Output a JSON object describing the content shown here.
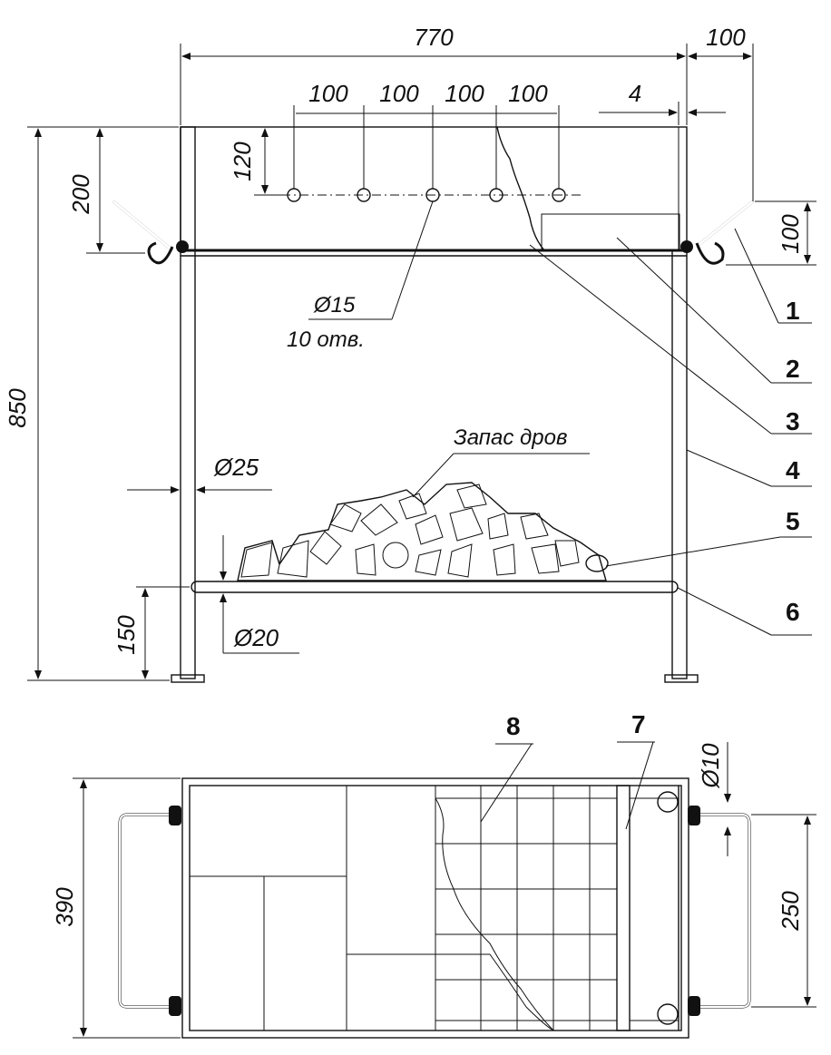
{
  "dimensions": {
    "width_770": "770",
    "side_100": "100",
    "hole_pitch": [
      "100",
      "100",
      "100",
      "100"
    ],
    "wall_4": "4",
    "height_200": "200",
    "hole_120": "120",
    "height_850": "850",
    "handle_100": "100",
    "leg_d25": "Ø25",
    "rod_d20": "Ø20",
    "shelf_150": "150",
    "width_390": "390",
    "inner_250": "250",
    "rod_d10": "Ø10"
  },
  "notes": {
    "hole_diameter": "Ø15",
    "hole_count": "10 отв.",
    "firewood": "Запас дров"
  },
  "callouts": [
    "1",
    "2",
    "3",
    "4",
    "5",
    "6",
    "7",
    "8"
  ],
  "colors": {
    "ink": "#111111",
    "paper": "#ffffff",
    "fill": "#e4e4e4"
  }
}
